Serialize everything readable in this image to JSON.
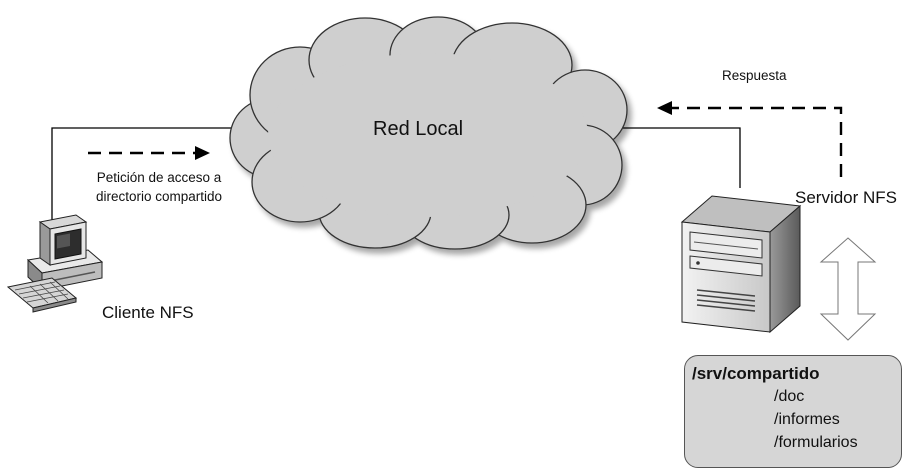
{
  "network": {
    "label": "Red Local"
  },
  "client": {
    "label": "Cliente NFS",
    "icon": "desktop-computer-icon"
  },
  "server": {
    "label": "Servidor NFS",
    "icon": "tower-server-icon"
  },
  "request": {
    "line1": "Petición de acceso a",
    "line2": "directorio compartido"
  },
  "response": {
    "label": "Respuesta"
  },
  "shared_dir": {
    "root": "/srv/compartido",
    "items": [
      "/doc",
      "/informes",
      "/formularios"
    ],
    "background": "#d6d6d6"
  }
}
